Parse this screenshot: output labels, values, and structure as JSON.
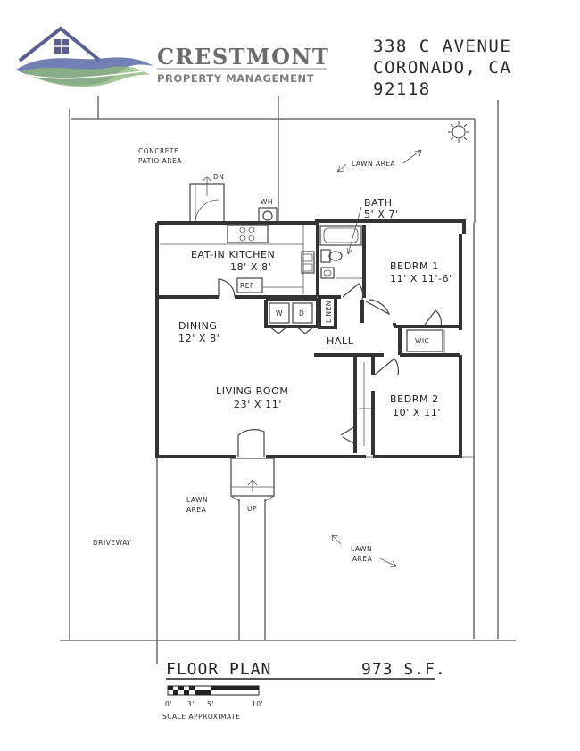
{
  "logo": {
    "name": "CRESTMONT",
    "subtitle": "PROPERTY MANAGEMENT",
    "colors": {
      "roof": "#5a5f92",
      "wave_blue": "#5a6aa6",
      "wave_green": "#8fb87a",
      "text": "#6c6c6c"
    }
  },
  "address": {
    "line1": "338 C AVENUE",
    "line2": "CORONADO, CA",
    "line3": "92118"
  },
  "outdoor_labels": {
    "patio_line1": "CONCRETE",
    "patio_line2": "PATIO AREA",
    "dn": "DN",
    "wh": "WH",
    "lawn_top": "LAWN AREA",
    "lawn_left_line1": "LAWN",
    "lawn_left_line2": "AREA",
    "up": "UP",
    "driveway": "DRIVEWAY",
    "lawn_right_line1": "LAWN",
    "lawn_right_line2": "AREA"
  },
  "rooms": {
    "kitchen_name": "EAT-IN KITCHEN",
    "kitchen_dims": "18' X 8'",
    "ref": "REF",
    "bath_name": "BATH",
    "bath_dims": "5' X 7'",
    "bed1_name": "BEDRM 1",
    "bed1_dims": "11' X 11'-6\"",
    "dining_name": "DINING",
    "dining_dims": "12' X 8'",
    "washer": "W",
    "dryer": "D",
    "linen": "LINEN",
    "hall": "HALL",
    "wic": "WIC",
    "living_name": "LIVING ROOM",
    "living_dims": "23' X 11'",
    "bed2_name": "BEDRM 2",
    "bed2_dims": "10' X 11'"
  },
  "footer": {
    "title": "FLOOR PLAN",
    "area": "973 S.F.",
    "scale_ticks": [
      "0'",
      "3'",
      "5'",
      "10'"
    ],
    "scale_note": "SCALE APPROXIMATE"
  }
}
